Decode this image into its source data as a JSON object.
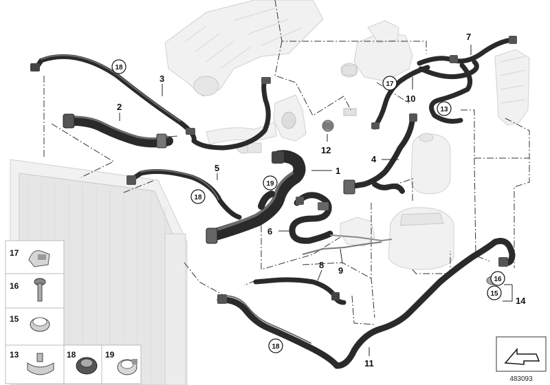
{
  "part_labels": {
    "p1": "1",
    "p2": "2",
    "p3": "3",
    "p4": "4",
    "p5": "5",
    "p6": "6",
    "p7": "7",
    "p8": "8",
    "p9": "9",
    "p10": "10",
    "p11": "11",
    "p12": "12",
    "p14": "14"
  },
  "circled_labels": {
    "c18a": "18",
    "c18b": "18",
    "c18c": "18",
    "c19": "19",
    "c17": "17",
    "c13": "13",
    "c16": "16",
    "c15": "15"
  },
  "legend": {
    "items": [
      "17",
      "16",
      "15",
      "13",
      "18",
      "19"
    ]
  },
  "reference_number": "483093"
}
